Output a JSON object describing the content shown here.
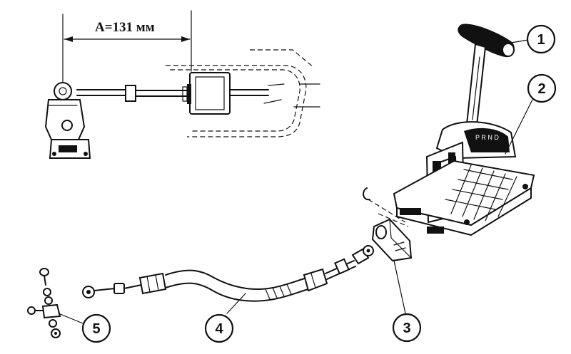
{
  "diagram": {
    "dimension_label": "A=131 мм",
    "callouts": [
      {
        "id": "1",
        "label": "1",
        "part": "shift-lever-handle"
      },
      {
        "id": "2",
        "label": "2",
        "part": "selector-housing"
      },
      {
        "id": "3",
        "label": "3",
        "part": "cable-bracket"
      },
      {
        "id": "4",
        "label": "4",
        "part": "shift-cable"
      },
      {
        "id": "5",
        "label": "5",
        "part": "fastener-set"
      }
    ]
  }
}
